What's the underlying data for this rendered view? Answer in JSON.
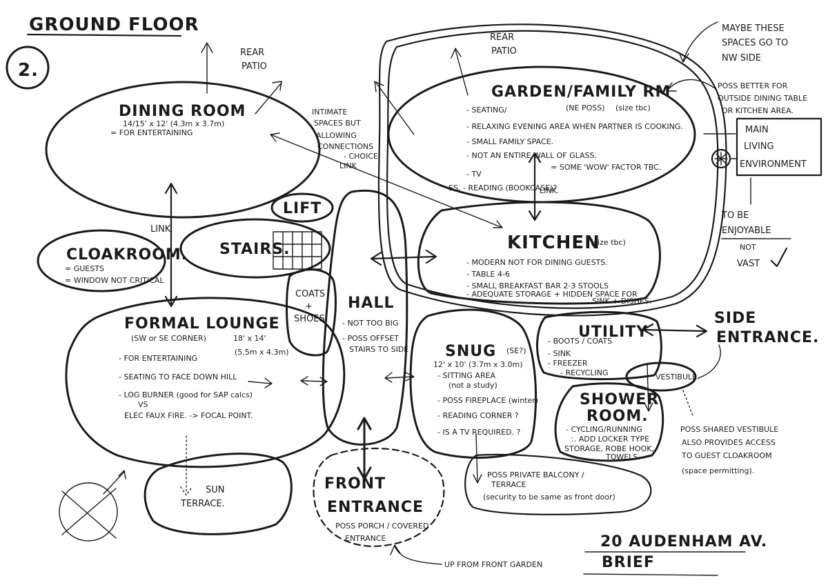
{
  "title": "GROUND FLOOR",
  "sheet_number": "2.",
  "project": {
    "line1": "20 AUDENHAM AV.",
    "line2": "BRIEF"
  },
  "labels": {
    "rear_patio_left": [
      "REAR",
      "PATIO"
    ],
    "rear_patio_right": [
      "REAR",
      "PATIO"
    ],
    "intimate": [
      "INTIMATE",
      "SPACES BUT",
      "ALLOWING",
      "CONNECTIONS",
      "- CHOICE."
    ],
    "link_left": "LINK",
    "link_mid": "LINK",
    "link_kitchen": "LINK.",
    "maybe": [
      "MAYBE THESE",
      "SPACES GO TO",
      "NW SIDE"
    ],
    "poss_better": [
      "POSS BETTER FOR",
      "OUTSIDE DINING TABLE",
      "OR KITCHEN AREA."
    ],
    "main_living": [
      "MAIN",
      "LIVING",
      "ENVIRONMENT"
    ],
    "enjoyable": [
      "TO BE",
      "ENJOYABLE",
      "NOT",
      "VAST"
    ],
    "side_entrance": [
      "SIDE",
      "ENTRANCE."
    ],
    "vestibule": "VESTIBULE.",
    "vestibule_note": [
      "POSS SHARED VESTIBULE",
      "ALSO PROVIDES ACCESS",
      "TO GUEST CLOAKROOM",
      "(space permitting)."
    ],
    "up_from_garden": "UP FROM FRONT GARDEN",
    "coats_shoes": [
      "COATS",
      "+",
      "SHOES"
    ],
    "balcony": [
      "POSS PRIVATE BALCONY /",
      "TERRACE",
      "(security to be same as front door)"
    ]
  },
  "rooms": {
    "dining": {
      "name": "DINING ROOM",
      "size": "14/15' x 12' (4.3m x 3.7m)",
      "notes": [
        "= FOR ENTERTAINING"
      ]
    },
    "garden": {
      "name": "GARDEN/FAMILY RM",
      "sub": "(NE POSS)",
      "size": "(size tbc)",
      "notes": [
        "- SEATING/",
        "- RELAXING EVENING AREA WHEN PARTNER IS COOKING.",
        "- SMALL FAMILY SPACE.",
        "- NOT AN ENTIRE WALL OF GLASS.",
        "- TV",
        "SS. - READING (BOOKCASE)?"
      ],
      "wow": "= SOME 'WOW' FACTOR TBC."
    },
    "lift": {
      "name": "LIFT"
    },
    "stairs": {
      "name": "STAIRS."
    },
    "cloakroom": {
      "name": "CLOAKROOM.",
      "notes": [
        "= GUESTS",
        "= WINDOW NOT CRITICAL"
      ]
    },
    "kitchen": {
      "name": "KITCHEN",
      "size": "(size tbc)",
      "notes": [
        "- MODERN NOT FOR DINING GUESTS.",
        "- TABLE 4-6",
        "- SMALL BREAKFAST BAR 2-3 STOOLS",
        "- ADEQUATE STORAGE + HIDDEN SPACE FOR",
        "SINK + DISHES."
      ]
    },
    "hall": {
      "name": "HALL",
      "notes": [
        "- NOT TOO BIG",
        "- POSS OFFSET",
        "STAIRS TO SIDE"
      ]
    },
    "lounge": {
      "name": "FORMAL LOUNGE",
      "sub": "(SW or SE CORNER)",
      "size": "18' x 14'",
      "size_m": "(5.5m x 4.3m)",
      "notes": [
        "- FOR ENTERTAINING",
        "- SEATING TO FACE DOWN HILL",
        "- LOG BURNER (good for SAP calcs)",
        "VS",
        "ELEC FAUX FIRE. -> FOCAL POINT."
      ]
    },
    "snug": {
      "name": "SNUG",
      "sub": "(SE?)",
      "size": "12' x 10' (3.7m x 3.0m)",
      "notes": [
        "- SITTING AREA",
        "(not a study)",
        "- POSS FIREPLACE (winter)",
        "- READING CORNER ?",
        "- IS A TV REQUIRED. ?"
      ]
    },
    "utility": {
      "name": "UTILITY",
      "notes": [
        "- BOOTS / COATS",
        "- SINK",
        "- FREEZER",
        "- RECYCLING"
      ]
    },
    "shower": {
      "name": [
        "SHOWER",
        "ROOM."
      ],
      "notes": [
        "- CYCLING/RUNNING",
        ":. ADD LOCKER TYPE",
        "STORAGE, ROBE HOOK,",
        "TOWELS."
      ]
    },
    "sun_terrace": {
      "name": [
        "SUN",
        "TERRACE."
      ]
    },
    "front_entrance": {
      "name": [
        "FRONT",
        "ENTRANCE"
      ],
      "notes": [
        "POSS PORCH / COVERED",
        "ENTRANCE"
      ]
    }
  },
  "colors": {
    "ink": "#1a1a1a",
    "paper": "#ffffff"
  },
  "icons": [
    "compass-icon",
    "sun-icon",
    "tick-icon"
  ]
}
